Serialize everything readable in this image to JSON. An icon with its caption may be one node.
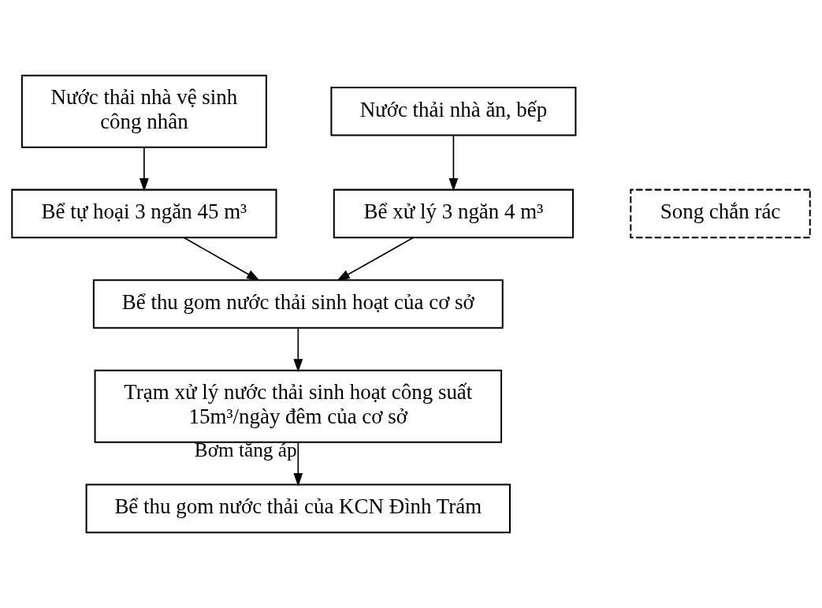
{
  "diagram": {
    "nodes": [
      {
        "text": [
          "Nước thải nhà vệ sinh công nhân"
        ]
      },
      {
        "text": [
          "Nước thải nhà ăn, bếp"
        ]
      },
      {
        "text": [
          "Song chắn rác"
        ]
      },
      {
        "text": [
          "Bể tự hoại 3 ngăn 45 m³"
        ]
      },
      {
        "text": [
          "Bể xử lý 3 ngăn 4 m³"
        ]
      },
      {
        "text": [
          "Bể thu gom nước thải sinh hoạt của cơ sở"
        ]
      },
      {
        "text": [
          "Trạm xử lý nước thải sinh hoạt công suất 15m³/ngày đêm của cơ sở"
        ]
      },
      {
        "text": [
          "Bể thu gom nước thải của KCN Đình Trám"
        ]
      }
    ],
    "edges": [
      {
        "from": 0,
        "to": 3,
        "arrow": "to"
      },
      {
        "from": 1,
        "to": 4,
        "arrow": "to"
      },
      {
        "from": 3,
        "to": 5,
        "arrow": "to"
      },
      {
        "from": 4,
        "to": 5,
        "arrow": "to"
      },
      {
        "from": 5,
        "to": 6,
        "arrow": "to"
      },
      {
        "from": 6,
        "to": 7,
        "arrow": "to",
        "label": "Bơm tăng áp"
      }
    ]
  }
}
